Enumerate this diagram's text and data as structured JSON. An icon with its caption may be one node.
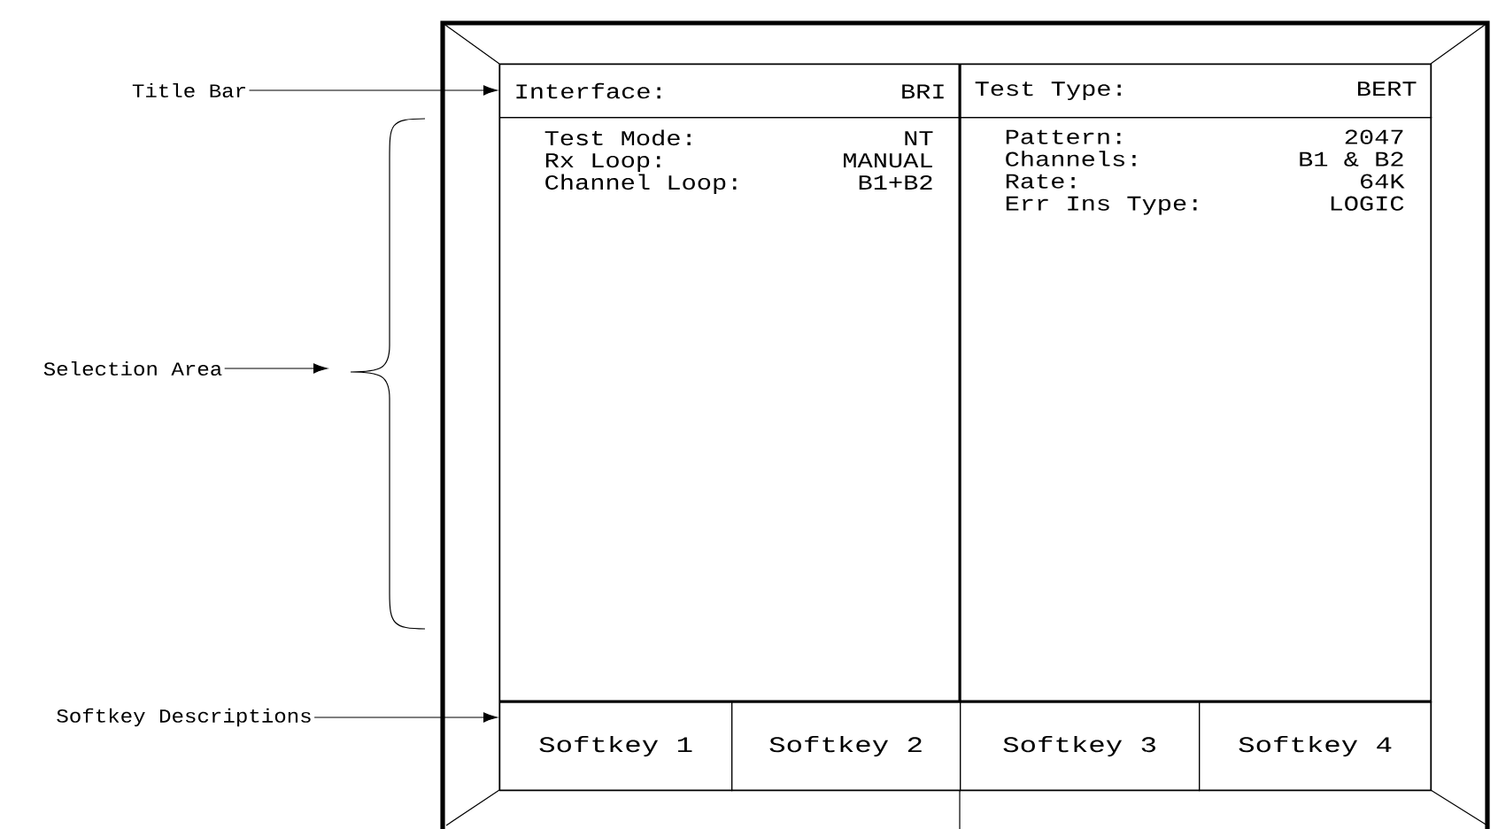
{
  "diagram": {
    "nodes": [
      {
        "text": [
          "Title Bar"
        ]
      },
      {
        "text": [
          "Interface:",
          "BRI"
        ]
      },
      {
        "text": [
          "Test Type:",
          "BERT"
        ]
      },
      {
        "text": [
          "Selection Area"
        ]
      },
      {
        "text": [
          "Test Mode:",
          "NT",
          "Rx Loop:",
          "MANUAL",
          "Channel Loop:",
          "B1+B2"
        ]
      },
      {
        "text": [
          "Pattern:",
          "2047",
          "Channels:",
          "B1 & B2",
          "Rate:",
          "64K",
          "Err Ins Type:",
          "LOGIC"
        ]
      },
      {
        "text": [
          "Softkey Descriptions"
        ]
      },
      {
        "text": [
          "Softkey 1"
        ]
      },
      {
        "text": [
          "Softkey 2"
        ]
      },
      {
        "text": [
          "Softkey 3"
        ]
      },
      {
        "text": [
          "Softkey 4"
        ]
      }
    ],
    "edges": [
      {
        "from": 0,
        "to": 1,
        "arrow": "to"
      },
      {
        "from": 3,
        "to": null,
        "arrow": "to"
      },
      {
        "from": 6,
        "to": 7,
        "arrow": "to"
      }
    ]
  }
}
